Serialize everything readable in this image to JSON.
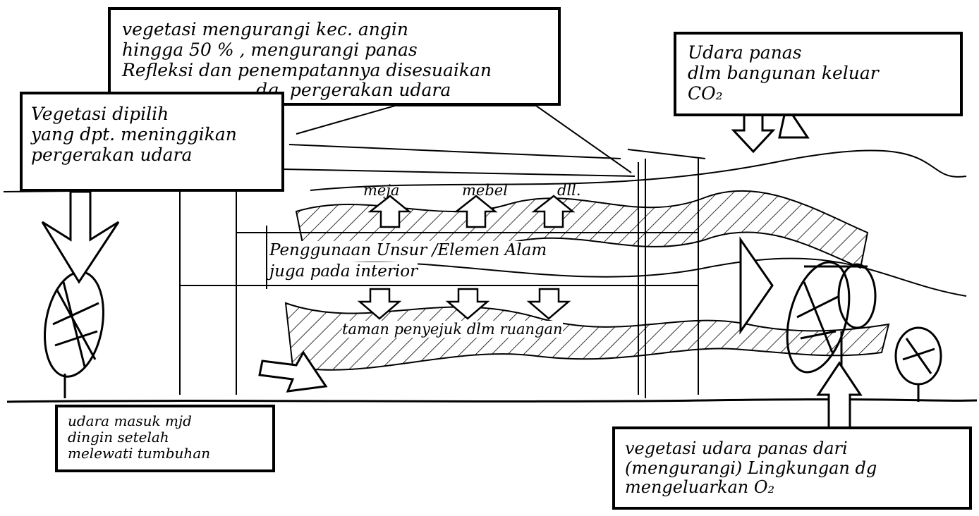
{
  "notes": {
    "top_center": [
      "vegetasi mengurangi kec. angin",
      "hingga 50 % , mengurangi panas",
      "Refleksi dan penempatannya disesuaikan",
      "dg. pergerakan udara"
    ],
    "top_left": [
      "Vegetasi dipilih",
      "yang dpt. meninggikan",
      "pergerakan udara"
    ],
    "top_right": [
      "Udara panas",
      "dlm bangunan keluar",
      "CO₂"
    ],
    "bottom_left": [
      "udara masuk mjd",
      "dingin setelah",
      "melewati tumbuhan"
    ],
    "bottom_right": [
      "vegetasi udara panas dari",
      "(mengurangi) Lingkungan dg",
      "mengeluarkan O₂"
    ]
  },
  "labels": {
    "meja": "meja",
    "mebel": "mebel",
    "dll": "dll.",
    "interior_1": "Penggunaan Unsur /Elemen Alam",
    "interior_2": "juga pada interior",
    "taman": "taman penyejuk  dlm ruangan"
  }
}
